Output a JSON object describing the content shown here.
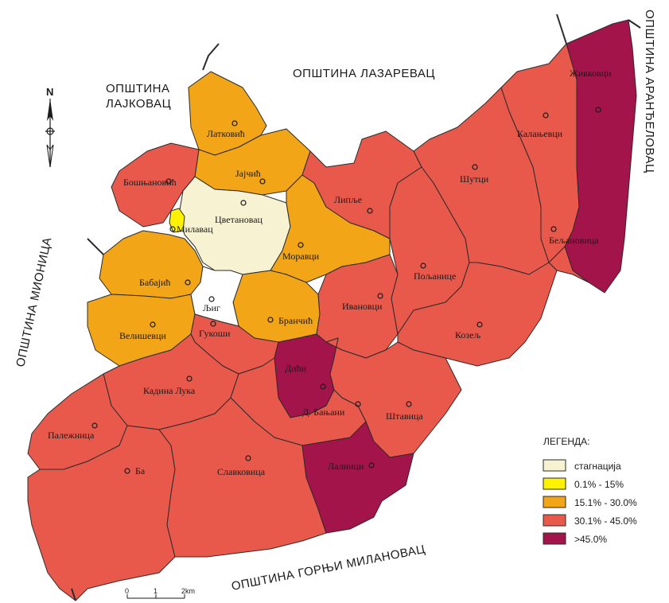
{
  "colors": {
    "stagnation": "#f7f2d1",
    "c0_15": "#fff200",
    "c15_30": "#f2a516",
    "c30_45": "#e8594c",
    "c45": "#a3144a"
  },
  "municipalities": {
    "lazarevac": "ОПШТИНА ЛАЗАРЕВАЦ",
    "lajkovac_1": "ОПШТИНА",
    "lajkovac_2": "ЛАЈКОВАЦ",
    "arandjelovac": "ОПШТИНА АРАНЂЕЛОВАЦ",
    "mionica": "ОПШТИНА МИОНИЦА",
    "gornji_milanovac": "ОПШТИНА ГОРЊИ МИЛАНОВАЦ"
  },
  "villages": [
    {
      "id": "latkovic",
      "name": "Латковић",
      "category": "c15_30"
    },
    {
      "id": "jajcic",
      "name": "Јајчић",
      "category": "c15_30"
    },
    {
      "id": "bosnjanovic",
      "name": "Бошњановић",
      "category": "c30_45"
    },
    {
      "id": "cvetanovac",
      "name": "Цветановац",
      "category": "stagnation"
    },
    {
      "id": "milavac",
      "name": "Милавац",
      "category": "c0_15"
    },
    {
      "id": "moravci",
      "name": "Моравци",
      "category": "c15_30"
    },
    {
      "id": "lipje",
      "name": "Липље",
      "category": "c30_45"
    },
    {
      "id": "babajic",
      "name": "Бабајић",
      "category": "c15_30"
    },
    {
      "id": "velisevci",
      "name": "Велишевци",
      "category": "c15_30"
    },
    {
      "id": "ljig",
      "name": "Љиг",
      "category": "town"
    },
    {
      "id": "brancic",
      "name": "Бранчић",
      "category": "c15_30"
    },
    {
      "id": "gukosi",
      "name": "Гукоши",
      "category": "c30_45"
    },
    {
      "id": "ivanovci",
      "name": "Ивановци",
      "category": "c30_45"
    },
    {
      "id": "poljanice",
      "name": "Пољанице",
      "category": "c30_45"
    },
    {
      "id": "sutci",
      "name": "Шутци",
      "category": "c30_45"
    },
    {
      "id": "kalanjevci",
      "name": "Калањевци",
      "category": "c30_45"
    },
    {
      "id": "zivkovci",
      "name": "Живковци",
      "category": "c45"
    },
    {
      "id": "beljanovica",
      "name": "Бељановица",
      "category": "c30_45"
    },
    {
      "id": "kozelj",
      "name": "Козељ",
      "category": "c30_45"
    },
    {
      "id": "dici",
      "name": "Дићи",
      "category": "c45"
    },
    {
      "id": "kadina_luka",
      "name": "Кадина Лука",
      "category": "c30_45"
    },
    {
      "id": "d_banjani",
      "name": "Д. Бањани",
      "category": "c30_45"
    },
    {
      "id": "stavica",
      "name": "Штавица",
      "category": "c30_45"
    },
    {
      "id": "palieznica",
      "name": "Палежница",
      "category": "c30_45"
    },
    {
      "id": "ba",
      "name": "Ба",
      "category": "c30_45"
    },
    {
      "id": "slavkovica",
      "name": "Славковица",
      "category": "c30_45"
    },
    {
      "id": "lalinci",
      "name": "Лалинци",
      "category": "c45"
    }
  ],
  "legend": {
    "title": "ЛЕГЕНДА:",
    "items": [
      {
        "label": "стагнација",
        "color": "#f7f2d1"
      },
      {
        "label": "0.1%  -  15%",
        "color": "#fff200"
      },
      {
        "label": "15.1%  -  30.0%",
        "color": "#f2a516"
      },
      {
        "label": "30.1%  -  45.0%",
        "color": "#e8594c"
      },
      {
        "label": ">45.0%",
        "color": "#a3144a"
      }
    ]
  },
  "north_arrow": "N",
  "scale": {
    "labels": [
      "0",
      "1",
      "2km"
    ]
  }
}
